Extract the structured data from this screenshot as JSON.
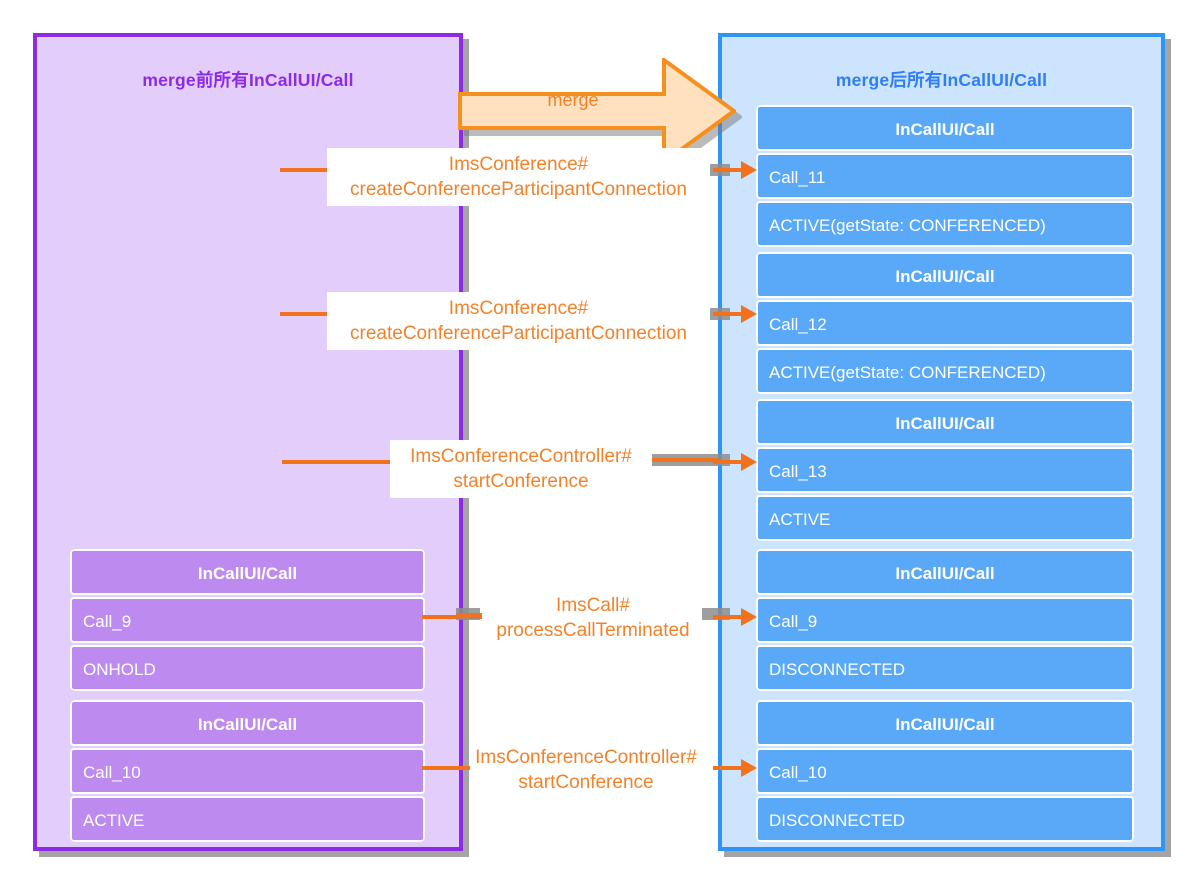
{
  "diagram": {
    "title_left": "merge前所有InCallUI/Call",
    "title_right": "merge后所有InCallUI/Call",
    "merge_arrow_label": "merge",
    "card_header_label": "InCallUI/Call",
    "colors": {
      "left_panel_bg": "#e3cdfa",
      "left_panel_border": "#8c2ae8",
      "left_card_bg": "#bd8bef",
      "right_panel_bg": "#cce4fd",
      "right_panel_border": "#2f94f7",
      "right_card_bg": "#5aa9f8",
      "accent_orange": "#f2711c",
      "arrow_fill": "#ffe0bf",
      "arrow_stroke": "#f5901e",
      "shadow_grey": "#8d8d8d",
      "callout_bg": "#ffffff"
    }
  },
  "left_panel": {
    "title": "merge前所有InCallUI/Call",
    "cards": [
      {
        "header": "InCallUI/Call",
        "name": "Call_9",
        "state": "ONHOLD"
      },
      {
        "header": "InCallUI/Call",
        "name": "Call_10",
        "state": "ACTIVE"
      }
    ]
  },
  "right_panel": {
    "title": "merge后所有InCallUI/Call",
    "cards": [
      {
        "header": "InCallUI/Call",
        "name": "Call_11",
        "state": "ACTIVE(getState: CONFERENCED)"
      },
      {
        "header": "InCallUI/Call",
        "name": "Call_12",
        "state": "ACTIVE(getState: CONFERENCED)"
      },
      {
        "header": "InCallUI/Call",
        "name": "Call_13",
        "state": "ACTIVE"
      },
      {
        "header": "InCallUI/Call",
        "name": "Call_9",
        "state": "DISCONNECTED"
      },
      {
        "header": "InCallUI/Call",
        "name": "Call_10",
        "state": "DISCONNECTED"
      }
    ]
  },
  "callouts": [
    {
      "line1": "ImsConference#",
      "line2": "createConferenceParticipantConnection"
    },
    {
      "line1": "ImsConference#",
      "line2": "createConferenceParticipantConnection"
    },
    {
      "line1": "ImsConferenceController#",
      "line2": "startConference"
    },
    {
      "line1": "ImsCall#",
      "line2": "processCallTerminated"
    },
    {
      "line1": "ImsConferenceController#",
      "line2": "startConference"
    }
  ]
}
